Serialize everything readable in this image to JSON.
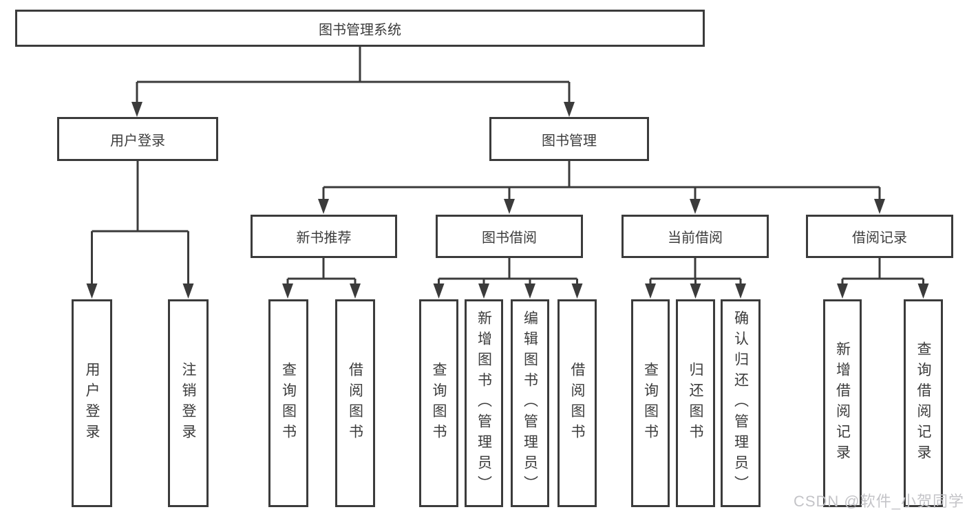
{
  "tree": {
    "root": "图书管理系统",
    "branches": [
      {
        "label": "用户登录",
        "children": [
          "用户登录",
          "注销登录"
        ]
      },
      {
        "label": "图书管理",
        "groups": [
          {
            "label": "新书推荐",
            "children": [
              "查询图书",
              "借阅图书"
            ]
          },
          {
            "label": "图书借阅",
            "children": [
              "查询图书",
              "新增图书（管理员）",
              "编辑图书（管理员）",
              "借阅图书"
            ]
          },
          {
            "label": "当前借阅",
            "children": [
              "查询图书",
              "归还图书",
              "确认归还（管理员）"
            ]
          },
          {
            "label": "借阅记录",
            "children": [
              "新增借阅记录",
              "查询借阅记录"
            ]
          }
        ]
      }
    ]
  },
  "watermark": {
    "text": "CSDN @软件_小贺同学"
  },
  "colors": {
    "line": "#3b3b3b",
    "text": "#3c3c3c",
    "background": "#ffffff",
    "watermark": "#c4c4c8"
  }
}
